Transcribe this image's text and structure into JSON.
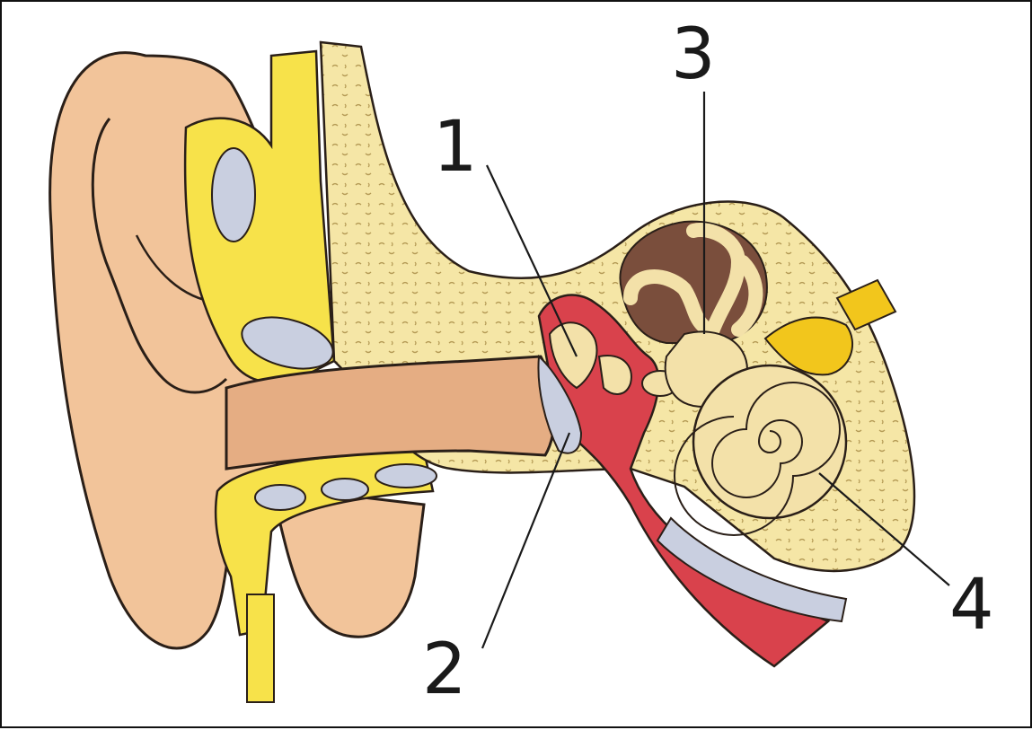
{
  "labels": {
    "one": "1",
    "two": "2",
    "three": "3",
    "four": "4"
  },
  "colors": {
    "skin": "#f2c49a",
    "skin_shadow": "#d89a6c",
    "canal": "#e5ad83",
    "cartilage": "#f7e24a",
    "bone": "#f5e6a6",
    "bone_dots": "#c9b26a",
    "cavity": "#d9424c",
    "drum": "#c9cfe0",
    "cochlea": "#f3e1a9",
    "nerve": "#f2c61c",
    "canal_dark": "#7a4e3c",
    "outline": "#2a1f18"
  }
}
